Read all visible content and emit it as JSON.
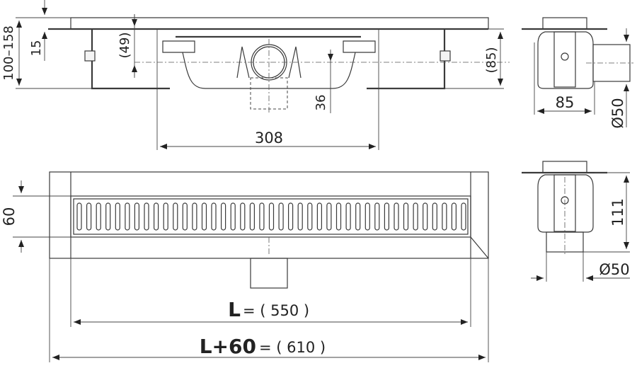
{
  "side_section": {
    "dims": {
      "height_range": "100–158",
      "grate_height": "15",
      "pipe_axis": "(49)",
      "width": "308",
      "outlet": "36",
      "body_height": "(85)"
    }
  },
  "end_view_side_outlet": {
    "width": "85",
    "pipe_diameter": "Ø50"
  },
  "end_view_bottom_outlet": {
    "height": "111",
    "pipe_diameter": "Ø50"
  },
  "plan_view": {
    "grate_width": "60",
    "length_symbol": "L",
    "length_value": "= ( 550 )",
    "total_symbol": "L+60",
    "total_value": "= ( 610 )",
    "slot_count": 41
  }
}
